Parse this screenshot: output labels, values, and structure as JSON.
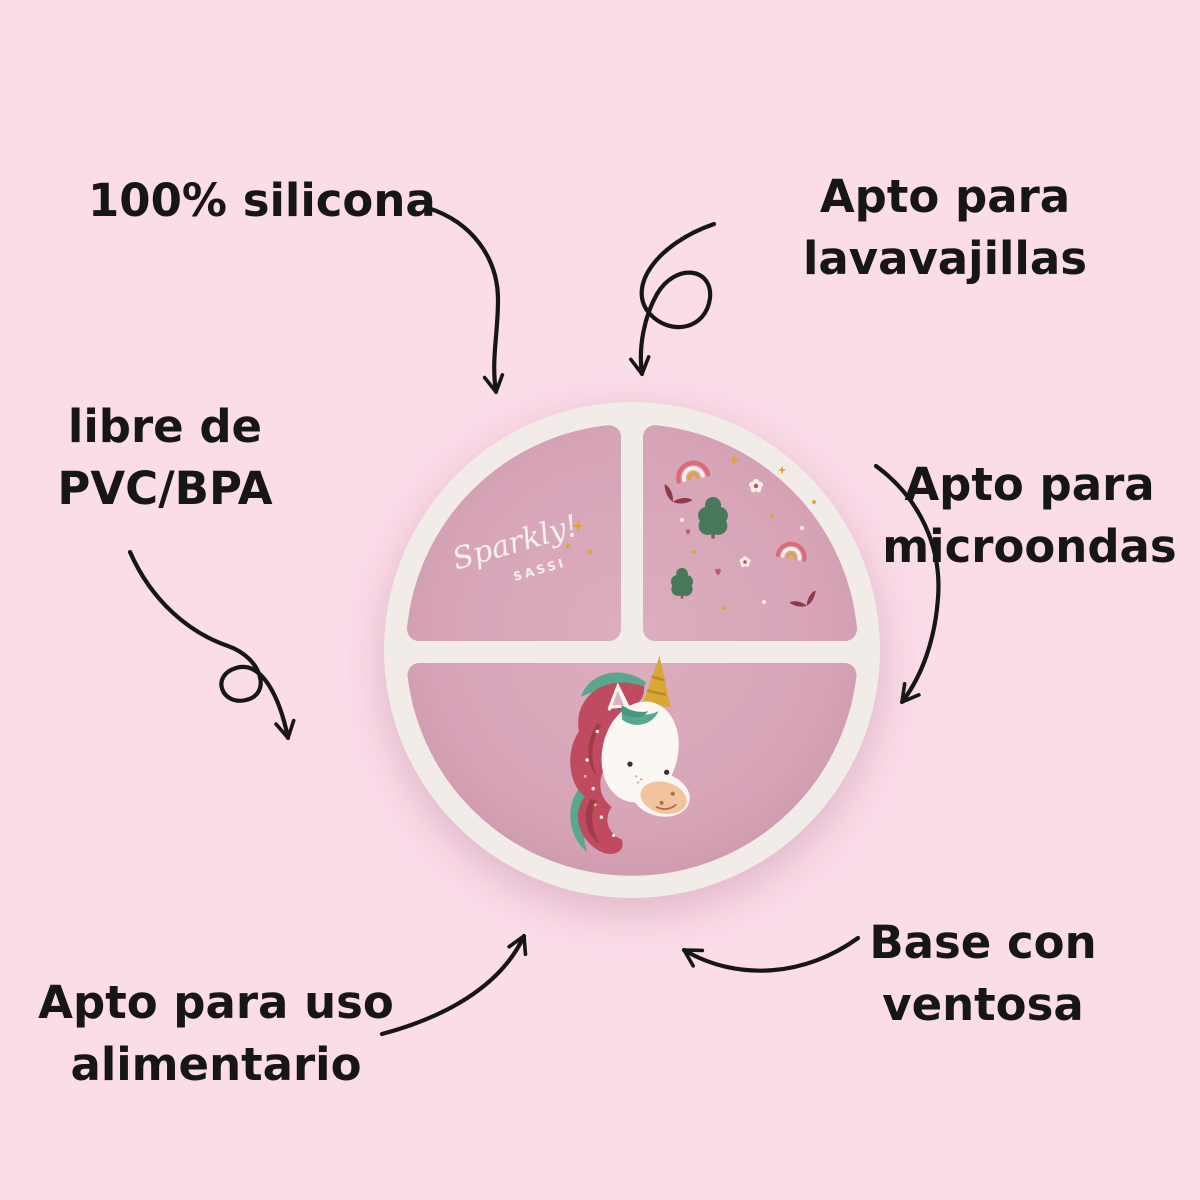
{
  "page": {
    "type": "product-feature-infographic",
    "background_color": "#fbdce9"
  },
  "product": {
    "brand_script": "Sparkly!",
    "brand_name": "SASSI",
    "colors": {
      "plate_rim": "#f2ece8",
      "plate_pink": "#d7a4b8",
      "mane_teal": "#57a88e",
      "mane_red": "#c04a5f",
      "gold": "#d9a833",
      "arrow_black": "#161616"
    }
  },
  "features": {
    "silicona": {
      "lines": [
        "100% silicona"
      ]
    },
    "lavavajillas": {
      "lines": [
        "Apto para",
        "lavavajillas"
      ]
    },
    "pvc": {
      "lines": [
        "libre de",
        "PVC/BPA"
      ]
    },
    "microondas": {
      "lines": [
        "Apto para",
        "microondas"
      ]
    },
    "alimentario": {
      "lines": [
        "Apto para uso",
        "alimentario"
      ]
    },
    "ventosa": {
      "lines": [
        "Base con",
        "ventosa"
      ]
    }
  }
}
